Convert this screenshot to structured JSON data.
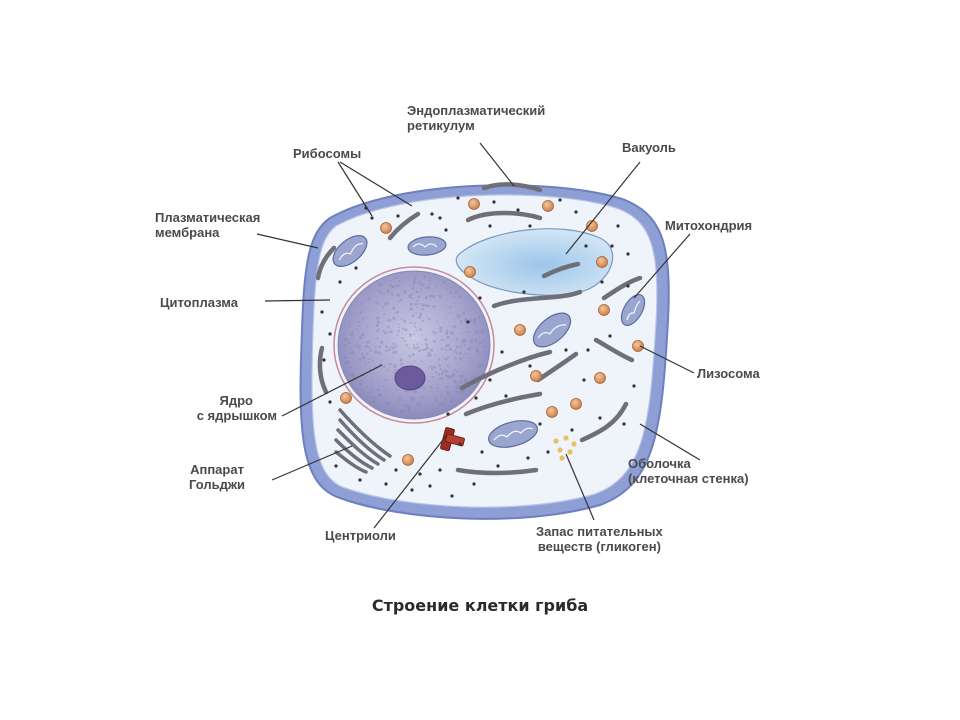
{
  "labels": {
    "er": [
      "Эндоплазматический",
      "ретикулум"
    ],
    "ribosomes": [
      "Рибосомы"
    ],
    "vacuole": [
      "Вакуоль"
    ],
    "plasma_membrane": [
      "Плазматическая",
      "мембрана"
    ],
    "mitochondrion": [
      "Митохондрия"
    ],
    "cytoplasm": [
      "Цитоплазма"
    ],
    "lysosome": [
      "Лизосома"
    ],
    "nucleus": [
      "Ядро",
      "с ядрышком"
    ],
    "golgi": [
      "Аппарат",
      "Гольджи"
    ],
    "cell_wall": [
      "Оболочка",
      "(клеточная стенка)"
    ],
    "centrioles": [
      "Центриоли"
    ],
    "glycogen": [
      "Запас питательных",
      "веществ (гликоген)"
    ]
  },
  "caption": "Строение клетки гриба",
  "colors": {
    "cell_wall": "#8e9fd6",
    "cytoplasm": "#eef4fa",
    "nucleus": "#9f9dc8",
    "nucleolus": "#6d5a9a",
    "vacuole": "#bcd8ef",
    "mitochondrion": "#7f8fbe",
    "lysosome": "#dc9b6a",
    "centriole": "#9b2d22",
    "glycogen": "#e6c06a",
    "er": "#6f6f7a",
    "leader_line": "#333333",
    "label_text": "#4a4a4a"
  }
}
